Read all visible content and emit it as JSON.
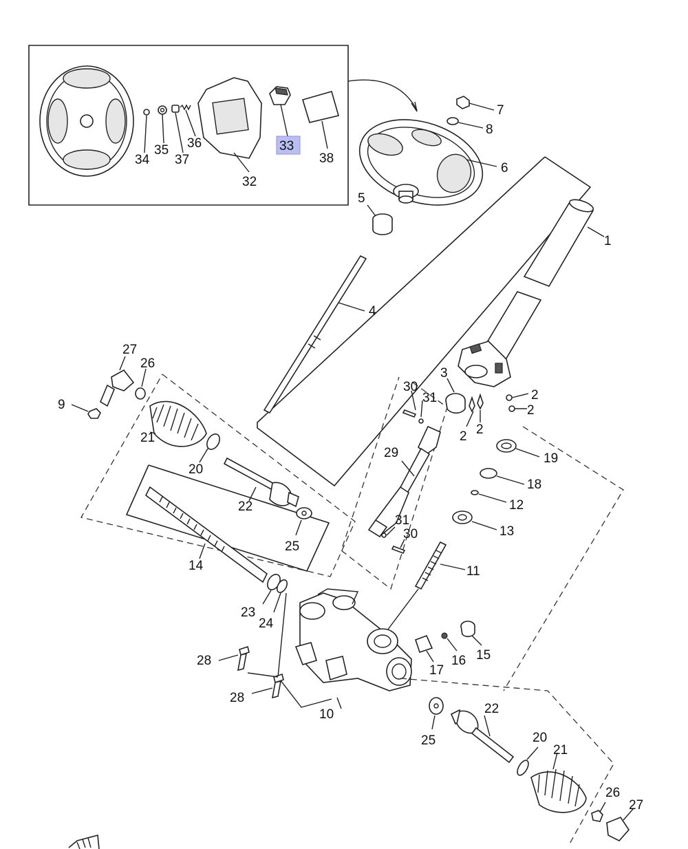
{
  "diagram": {
    "callouts": [
      {
        "id": "c1",
        "text": "1"
      },
      {
        "id": "c2a",
        "text": "2"
      },
      {
        "id": "c2b",
        "text": "2"
      },
      {
        "id": "c2c",
        "text": "2"
      },
      {
        "id": "c2d",
        "text": "2"
      },
      {
        "id": "c3",
        "text": "3"
      },
      {
        "id": "c4",
        "text": "4"
      },
      {
        "id": "c5",
        "text": "5"
      },
      {
        "id": "c6",
        "text": "6"
      },
      {
        "id": "c7",
        "text": "7"
      },
      {
        "id": "c8",
        "text": "8"
      },
      {
        "id": "c9",
        "text": "9"
      },
      {
        "id": "c10",
        "text": "10"
      },
      {
        "id": "c11",
        "text": "11"
      },
      {
        "id": "c12",
        "text": "12"
      },
      {
        "id": "c13",
        "text": "13"
      },
      {
        "id": "c14",
        "text": "14"
      },
      {
        "id": "c15",
        "text": "15"
      },
      {
        "id": "c16",
        "text": "16"
      },
      {
        "id": "c17",
        "text": "17"
      },
      {
        "id": "c18",
        "text": "18"
      },
      {
        "id": "c19",
        "text": "19"
      },
      {
        "id": "c20a",
        "text": "20"
      },
      {
        "id": "c20b",
        "text": "20"
      },
      {
        "id": "c21a",
        "text": "21"
      },
      {
        "id": "c21b",
        "text": "21"
      },
      {
        "id": "c22a",
        "text": "22"
      },
      {
        "id": "c22b",
        "text": "22"
      },
      {
        "id": "c23",
        "text": "23"
      },
      {
        "id": "c24",
        "text": "24"
      },
      {
        "id": "c25a",
        "text": "25"
      },
      {
        "id": "c25b",
        "text": "25"
      },
      {
        "id": "c26a",
        "text": "26"
      },
      {
        "id": "c26b",
        "text": "26"
      },
      {
        "id": "c27a",
        "text": "27"
      },
      {
        "id": "c27b",
        "text": "27"
      },
      {
        "id": "c28a",
        "text": "28"
      },
      {
        "id": "c28b",
        "text": "28"
      },
      {
        "id": "c29",
        "text": "29"
      },
      {
        "id": "c30a",
        "text": "30"
      },
      {
        "id": "c30b",
        "text": "30"
      },
      {
        "id": "c31a",
        "text": "31"
      },
      {
        "id": "c31b",
        "text": "31"
      },
      {
        "id": "c32",
        "text": "32"
      },
      {
        "id": "c33",
        "text": "33",
        "highlighted": true
      },
      {
        "id": "c34",
        "text": "34"
      },
      {
        "id": "c35",
        "text": "35"
      },
      {
        "id": "c36",
        "text": "36"
      },
      {
        "id": "c37",
        "text": "37"
      },
      {
        "id": "c38",
        "text": "38"
      }
    ],
    "highlight_color": "#b9bff3",
    "line_color": "#222222"
  }
}
